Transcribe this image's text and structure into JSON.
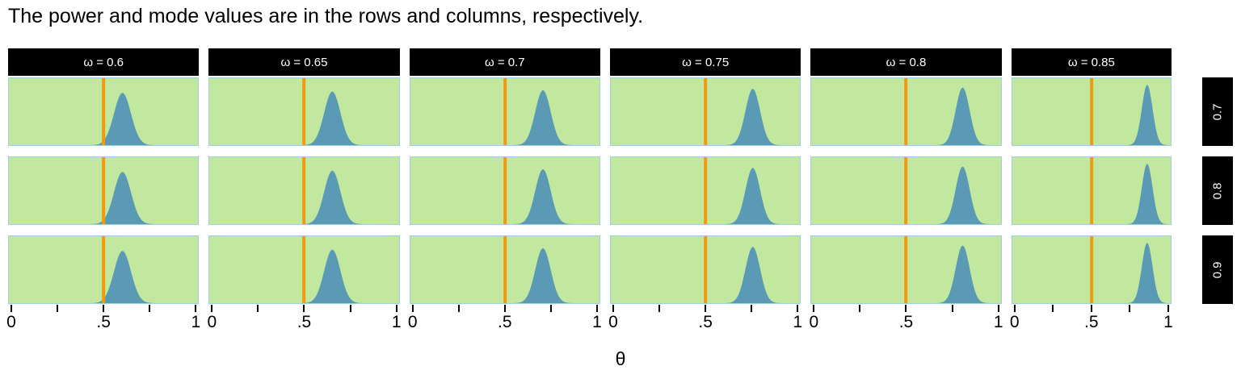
{
  "figure": {
    "title": "The power and mode values are in the rows and columns, respectively.",
    "x_axis_title": "θ",
    "colors": {
      "panel_background": "#c2e8a0",
      "panel_border": "#9fd0dd",
      "density_fill": "#5b9ab5",
      "reference_line": "#f29a0e",
      "strip_background": "#000000",
      "strip_text": "#ffffff",
      "page_background": "#ffffff",
      "text": "#000000"
    }
  },
  "chart_data": {
    "type": "area",
    "title": "The power and mode values are in the rows and columns, respectively.",
    "xlabel": "θ",
    "ylabel": "",
    "xlim": [
      0,
      1
    ],
    "grid": false,
    "legend": "none",
    "layout": "facet-grid 3 rows x 6 columns",
    "col_variable": "ω",
    "row_variable": "power",
    "col_labels": [
      "ω = 0.6",
      "ω = 0.65",
      "ω = 0.7",
      "ω = 0.75",
      "ω = 0.8",
      "ω = 0.85"
    ],
    "col_values": [
      0.6,
      0.65,
      0.7,
      0.75,
      0.8,
      0.85
    ],
    "row_labels": [
      "0.7",
      "0.8",
      "0.9"
    ],
    "row_values": [
      0.7,
      0.8,
      0.9
    ],
    "xticks": [
      0,
      0.25,
      0.5,
      0.75,
      1
    ],
    "xticklabels": [
      "0",
      "",
      ".5",
      "",
      "1"
    ],
    "reference_line_x": 0.5,
    "panels": [
      {
        "row": 0,
        "col": 0,
        "row_label": "0.7",
        "col_label": "ω = 0.6",
        "mode": 0.6,
        "power": 0.7,
        "peak_x": 0.6,
        "sigma": 0.045,
        "peak_height": 0.78,
        "reference_line_x": 0.5
      },
      {
        "row": 0,
        "col": 1,
        "row_label": "0.7",
        "col_label": "ω = 0.65",
        "mode": 0.65,
        "power": 0.7,
        "peak_x": 0.65,
        "sigma": 0.043,
        "peak_height": 0.8,
        "reference_line_x": 0.5
      },
      {
        "row": 0,
        "col": 2,
        "row_label": "0.7",
        "col_label": "ω = 0.7",
        "mode": 0.7,
        "power": 0.7,
        "peak_x": 0.7,
        "sigma": 0.041,
        "peak_height": 0.82,
        "reference_line_x": 0.5
      },
      {
        "row": 0,
        "col": 3,
        "row_label": "0.7",
        "col_label": "ω = 0.75",
        "mode": 0.75,
        "power": 0.7,
        "peak_x": 0.75,
        "sigma": 0.039,
        "peak_height": 0.84,
        "reference_line_x": 0.5
      },
      {
        "row": 0,
        "col": 4,
        "row_label": "0.7",
        "col_label": "ω = 0.8",
        "mode": 0.8,
        "power": 0.7,
        "peak_x": 0.8,
        "sigma": 0.037,
        "peak_height": 0.86,
        "reference_line_x": 0.5
      },
      {
        "row": 0,
        "col": 5,
        "row_label": "0.7",
        "col_label": "ω = 0.85",
        "mode": 0.85,
        "power": 0.7,
        "peak_x": 0.85,
        "sigma": 0.034,
        "peak_height": 0.9,
        "reference_line_x": 0.5
      },
      {
        "row": 1,
        "col": 0,
        "row_label": "0.8",
        "col_label": "ω = 0.6",
        "mode": 0.6,
        "power": 0.8,
        "peak_x": 0.6,
        "sigma": 0.045,
        "peak_height": 0.78,
        "reference_line_x": 0.5
      },
      {
        "row": 1,
        "col": 1,
        "row_label": "0.8",
        "col_label": "ω = 0.65",
        "mode": 0.65,
        "power": 0.8,
        "peak_x": 0.65,
        "sigma": 0.043,
        "peak_height": 0.8,
        "reference_line_x": 0.5
      },
      {
        "row": 1,
        "col": 2,
        "row_label": "0.8",
        "col_label": "ω = 0.7",
        "mode": 0.7,
        "power": 0.8,
        "peak_x": 0.7,
        "sigma": 0.041,
        "peak_height": 0.82,
        "reference_line_x": 0.5
      },
      {
        "row": 1,
        "col": 3,
        "row_label": "0.8",
        "col_label": "ω = 0.75",
        "mode": 0.75,
        "power": 0.8,
        "peak_x": 0.75,
        "sigma": 0.039,
        "peak_height": 0.84,
        "reference_line_x": 0.5
      },
      {
        "row": 1,
        "col": 4,
        "row_label": "0.8",
        "col_label": "ω = 0.8",
        "mode": 0.8,
        "power": 0.8,
        "peak_x": 0.8,
        "sigma": 0.037,
        "peak_height": 0.86,
        "reference_line_x": 0.5
      },
      {
        "row": 1,
        "col": 5,
        "row_label": "0.8",
        "col_label": "ω = 0.85",
        "mode": 0.85,
        "power": 0.8,
        "peak_x": 0.85,
        "sigma": 0.034,
        "peak_height": 0.9,
        "reference_line_x": 0.5
      },
      {
        "row": 2,
        "col": 0,
        "row_label": "0.9",
        "col_label": "ω = 0.6",
        "mode": 0.6,
        "power": 0.9,
        "peak_x": 0.6,
        "sigma": 0.045,
        "peak_height": 0.78,
        "reference_line_x": 0.5
      },
      {
        "row": 2,
        "col": 1,
        "row_label": "0.9",
        "col_label": "ω = 0.65",
        "mode": 0.65,
        "power": 0.9,
        "peak_x": 0.65,
        "sigma": 0.043,
        "peak_height": 0.8,
        "reference_line_x": 0.5
      },
      {
        "row": 2,
        "col": 2,
        "row_label": "0.9",
        "col_label": "ω = 0.7",
        "mode": 0.7,
        "power": 0.9,
        "peak_x": 0.7,
        "sigma": 0.041,
        "peak_height": 0.82,
        "reference_line_x": 0.5
      },
      {
        "row": 2,
        "col": 3,
        "row_label": "0.9",
        "col_label": "ω = 0.75",
        "mode": 0.75,
        "power": 0.9,
        "peak_x": 0.75,
        "sigma": 0.039,
        "peak_height": 0.84,
        "reference_line_x": 0.5
      },
      {
        "row": 2,
        "col": 4,
        "row_label": "0.9",
        "col_label": "ω = 0.8",
        "mode": 0.8,
        "power": 0.9,
        "peak_x": 0.8,
        "sigma": 0.037,
        "peak_height": 0.86,
        "reference_line_x": 0.5
      },
      {
        "row": 2,
        "col": 5,
        "row_label": "0.9",
        "col_label": "ω = 0.85",
        "mode": 0.85,
        "power": 0.9,
        "peak_x": 0.85,
        "sigma": 0.034,
        "peak_height": 0.9,
        "reference_line_x": 0.5
      }
    ]
  }
}
